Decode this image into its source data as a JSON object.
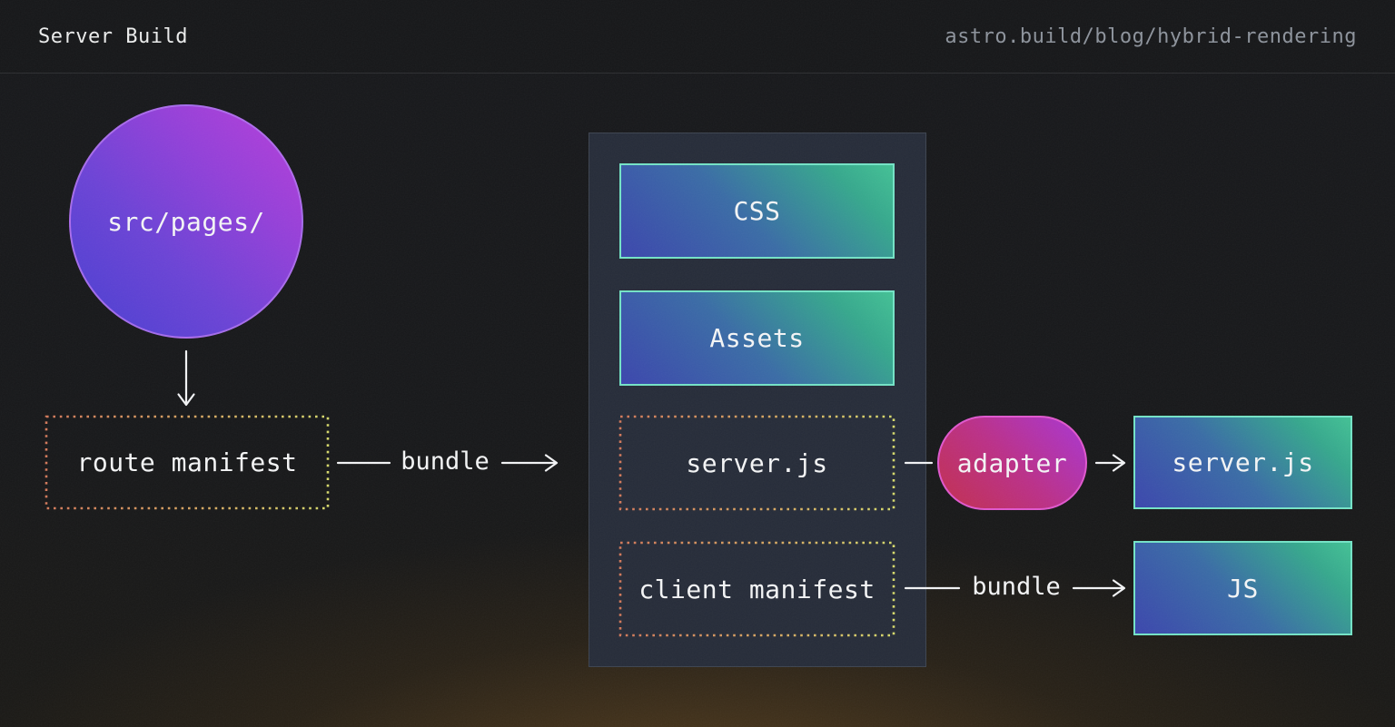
{
  "header": {
    "title": "Server Build",
    "url": "astro.build/blog/hybrid-rendering"
  },
  "diagram": {
    "source_circle": {
      "label": "src/pages/"
    },
    "route_manifest": {
      "label": "route manifest"
    },
    "edges": {
      "bundle_to_panel": "bundle",
      "bundle_to_js": "bundle"
    },
    "build_panel": {
      "css_label": "CSS",
      "assets_label": "Assets",
      "server_js_label": "server.js",
      "client_manifest_label": "client manifest"
    },
    "adapter": {
      "label": "adapter"
    },
    "outputs": {
      "server_js_label": "server.js",
      "js_label": "JS"
    }
  },
  "colors": {
    "background": "#17181a",
    "panel_background": "#262c39",
    "header_url_text": "#8d939c",
    "teal_gradient_start": "#3b46ad",
    "teal_gradient_end": "#43c195",
    "teal_border": "#74e3c6",
    "purple_gradient_start": "#483fd1",
    "purple_gradient_end": "#b93eda",
    "pink_gradient_start": "#c22f4f",
    "pink_gradient_end": "#a936d3",
    "pink_border": "#e058ce",
    "dotted_border_start": "#d3795a",
    "dotted_border_end": "#d6d96b",
    "arrow_color": "#f2f3f5",
    "bottom_glow": "#926326"
  }
}
